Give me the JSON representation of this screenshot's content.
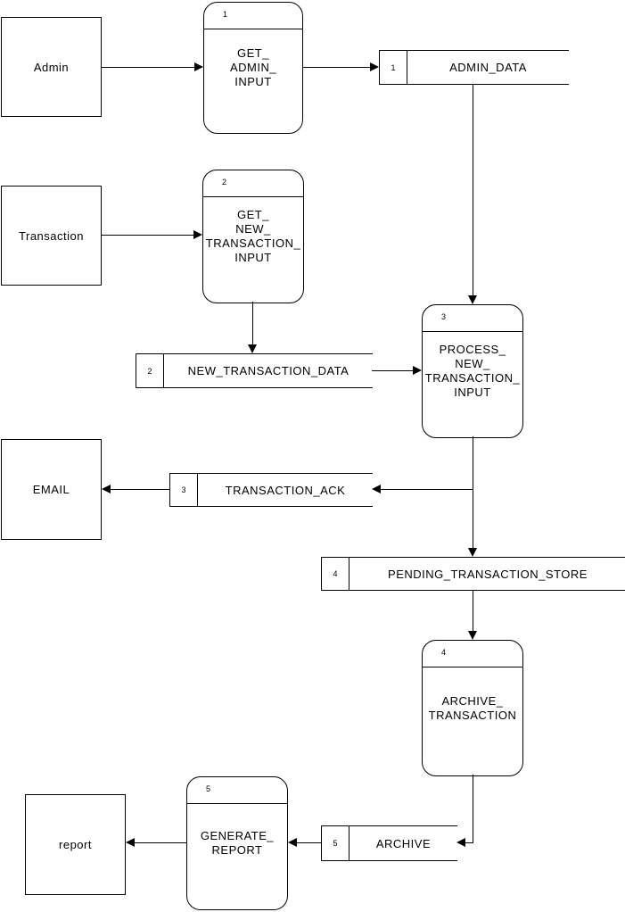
{
  "diagram": {
    "type": "data-flow-diagram",
    "colors": {
      "line": "#000000",
      "background": "#ffffff",
      "text": "#000000"
    },
    "entities": {
      "admin": {
        "label": "Admin"
      },
      "transaction": {
        "label": "Transaction"
      },
      "email": {
        "label": "EMAIL"
      },
      "report": {
        "label": "report"
      }
    },
    "processes": {
      "p1": {
        "number": "1",
        "lines": [
          "GET_",
          "ADMIN_",
          "INPUT"
        ]
      },
      "p2": {
        "number": "2",
        "lines": [
          "GET_",
          "NEW_",
          "TRANSACTION_",
          "INPUT"
        ]
      },
      "p3": {
        "number": "3",
        "lines": [
          "PROCESS_",
          "NEW_",
          "TRANSACTION_",
          "INPUT"
        ]
      },
      "p4": {
        "number": "4",
        "lines": [
          "ARCHIVE_",
          "TRANSACTION"
        ]
      },
      "p5": {
        "number": "5",
        "lines": [
          "GENERATE_",
          "REPORT"
        ]
      }
    },
    "stores": {
      "s1": {
        "number": "1",
        "label": "ADMIN_DATA"
      },
      "s2": {
        "number": "2",
        "label": "NEW_TRANSACTION_DATA"
      },
      "s3": {
        "number": "3",
        "label": "TRANSACTION_ACK"
      },
      "s4": {
        "number": "4",
        "label": "PENDING_TRANSACTION_STORE"
      },
      "s5": {
        "number": "5",
        "label": "ARCHIVE"
      }
    }
  }
}
